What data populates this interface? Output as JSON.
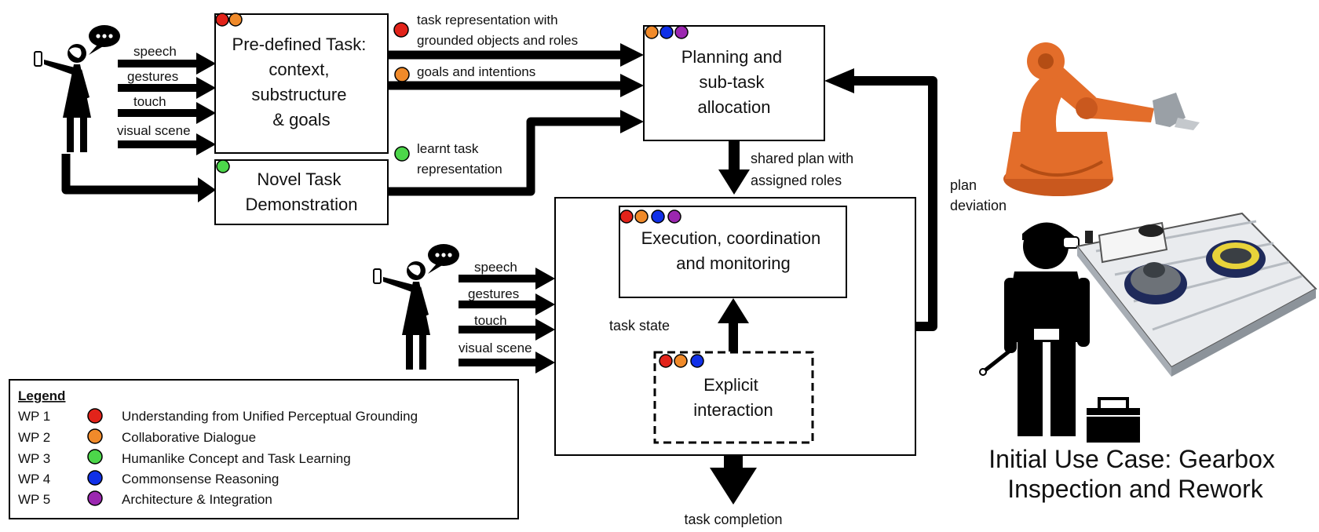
{
  "colors": {
    "wp1": "#e2231a",
    "wp2": "#f08a2a",
    "wp3": "#4cd64a",
    "wp4": "#1030e8",
    "wp5": "#9b27b0",
    "robot": "#e36d2a"
  },
  "inputs": {
    "speech": "speech",
    "gestures": "gestures",
    "touch": "touch",
    "visual_scene": "visual scene"
  },
  "boxes": {
    "predefined": [
      "Pre-defined Task:",
      "context,",
      "substructure",
      "& goals"
    ],
    "novel": [
      "Novel Task",
      "Demonstration"
    ],
    "planning": [
      "Planning and",
      "sub-task",
      "allocation"
    ],
    "execution": [
      "Execution, coordination",
      "and monitoring"
    ],
    "explicit": [
      "Explicit",
      "interaction"
    ]
  },
  "edge_labels": {
    "task_representation": [
      "task representation with",
      "grounded objects and roles"
    ],
    "goals_intentions": "goals and intentions",
    "learnt": [
      "learnt task",
      "representation"
    ],
    "shared_plan": [
      "shared plan with",
      "assigned roles"
    ],
    "plan_deviation": [
      "plan",
      "deviation"
    ],
    "task_state": "task state",
    "task_completion": "task completion"
  },
  "legend": {
    "title": "Legend",
    "items": [
      {
        "wp": "WP 1",
        "label": "Understanding from Unified Perceptual Grounding"
      },
      {
        "wp": "WP 2",
        "label": "Collaborative Dialogue"
      },
      {
        "wp": "WP 3",
        "label": "Humanlike Concept and Task Learning"
      },
      {
        "wp": "WP 4",
        "label": "Commonsense Reasoning"
      },
      {
        "wp": "WP 5",
        "label": "Architecture & Integration"
      }
    ]
  },
  "use_case": [
    "Initial Use Case: Gearbox",
    "Inspection and Rework"
  ]
}
